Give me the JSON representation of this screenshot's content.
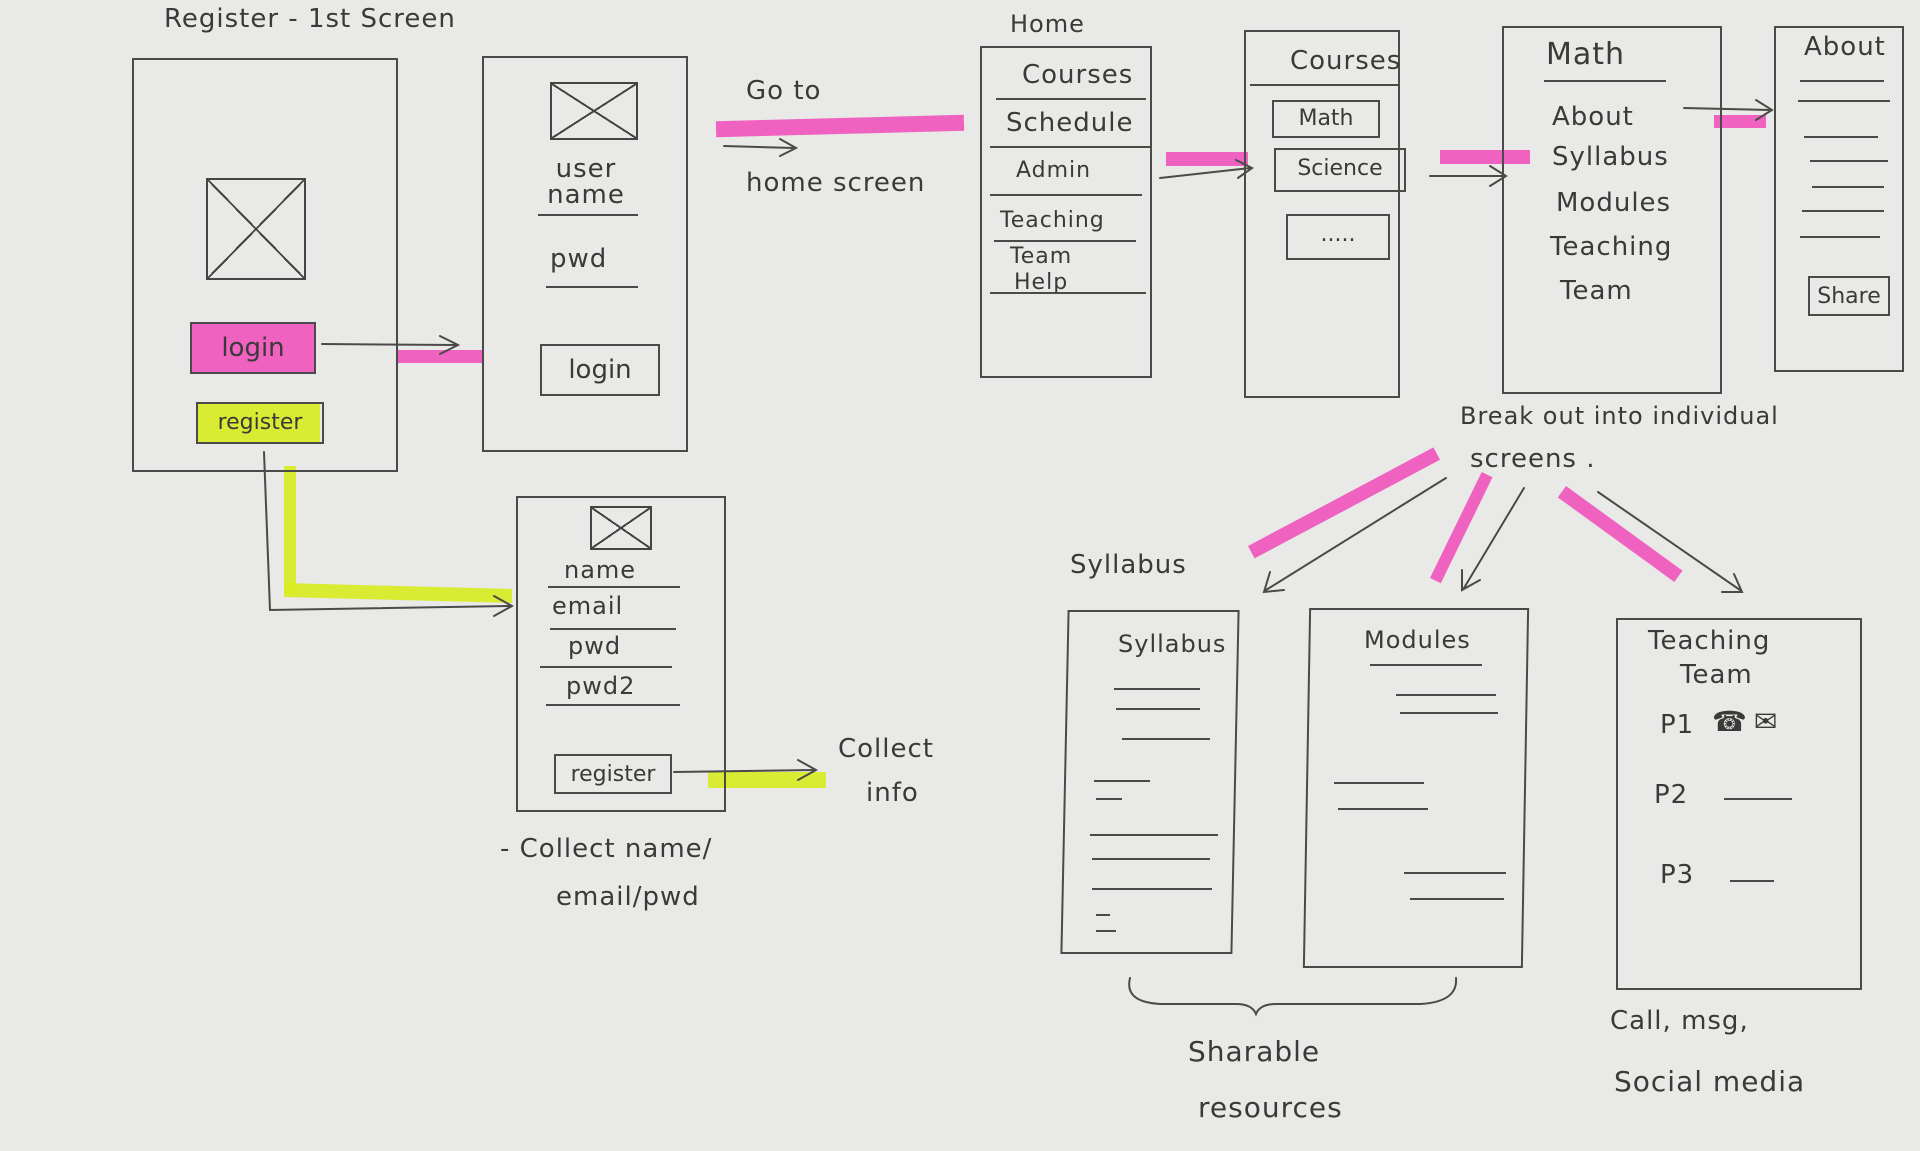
{
  "titles": {
    "register_first_screen": "Register - 1st Screen",
    "home": "Home"
  },
  "register_screen": {
    "login_button": "login",
    "register_button": "register"
  },
  "login_screen": {
    "username_label": "user name",
    "password_label": "pwd",
    "login_button": "login"
  },
  "signup_screen": {
    "fields": [
      "name",
      "email",
      "pwd",
      "pwd2"
    ],
    "register_button": "register"
  },
  "home_screen": {
    "items": [
      "Courses",
      "Schedule",
      "Admin",
      "Teaching",
      "Team",
      "Help"
    ]
  },
  "courses_screen": {
    "title": "Courses",
    "items": [
      "Math",
      "Science",
      "....."
    ]
  },
  "math_screen": {
    "title": "Math",
    "items": [
      "About",
      "Syllabus",
      "Modules",
      "Teaching",
      "Team"
    ]
  },
  "about_screen": {
    "title": "About",
    "share_button": "Share"
  },
  "syllabus_screen": {
    "title": "Syllabus"
  },
  "modules_screen": {
    "title": "Modules"
  },
  "teaching_team_screen": {
    "title_line1": "Teaching",
    "title_line2": "Team",
    "people": [
      "P1",
      "P2",
      "P3"
    ]
  },
  "annotations": {
    "go_to_line1": "Go to",
    "go_to_line2": "home screen",
    "collect_info_line1": "Collect",
    "collect_info_line2": "info",
    "collect_fields_line1": "- Collect  name/",
    "collect_fields_line2": "email/pwd",
    "break_out_line1": "Break out   into   individual",
    "break_out_line2": "screens .",
    "syllabus_label": "Syllabus",
    "sharable_line1": "Sharable",
    "sharable_line2": "resources",
    "contact_line1": "Call,  msg,",
    "contact_line2": "Social  media"
  },
  "colors": {
    "ink": "#3a3a3a",
    "highlight_pink": "#f04ab9",
    "highlight_yellow": "#d7ec1f",
    "paper": "#e9e9e7"
  }
}
